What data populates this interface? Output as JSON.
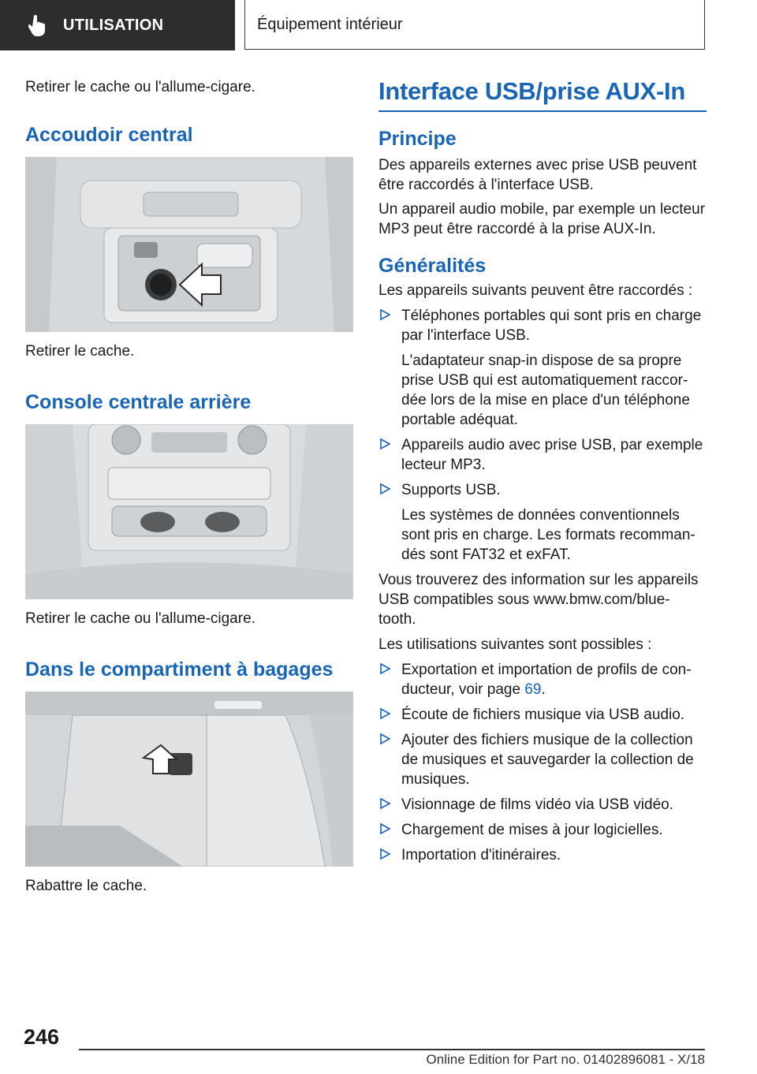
{
  "header": {
    "section_label": "UTILISATION",
    "chapter_title": "Équipement intérieur",
    "section_icon": "hand-pointer-icon"
  },
  "left": {
    "intro_text": "Retirer le cache ou l'allume-cigare.",
    "blocks": [
      {
        "title": "Accoudoir central",
        "caption": "Retirer le cache."
      },
      {
        "title": "Console centrale arrière",
        "caption": "Retirer le cache ou l'allume-cigare."
      },
      {
        "title": "Dans le compartiment à bagages",
        "caption": "Rabattre le cache."
      }
    ]
  },
  "right": {
    "main_title": "Interface USB/prise AUX-In",
    "principe": {
      "title": "Principe",
      "para1": "Des appareils externes avec prise USB peuvent être raccordés à l'interface USB.",
      "para2": "Un appareil audio mobile, par exemple un lecteur MP3 peut être raccordé à la prise AUX-In."
    },
    "generalites": {
      "title": "Généralités",
      "intro": "Les appareils suivants peuvent être raccordés :",
      "items": [
        {
          "text": "Téléphones portables qui sont pris en charge par l'interface USB.",
          "sub": "L'adaptateur snap-in dispose de sa propre prise USB qui est automatiquement raccor-dée lors de la mise en place d'un téléphone portable adéquat."
        },
        {
          "text": "Appareils audio avec prise USB, par exemple lecteur MP3."
        },
        {
          "text": "Supports USB.",
          "sub": "Les systèmes de données conventionnels sont pris en charge. Les formats recomman-dés sont FAT32 et exFAT."
        }
      ],
      "info_text": "Vous trouverez des information sur les appareils USB compatibles sous www.bmw.com/blue-tooth.",
      "uses_intro": "Les utilisations suivantes sont possibles :",
      "uses": [
        {
          "text": "Exportation et importation de profils de con-ducteur, voir page ",
          "link": "69",
          "suffix": "."
        },
        {
          "text": "Écoute de fichiers musique via USB audio."
        },
        {
          "text": "Ajouter des fichiers musique de la collection de musiques et sauvegarder la collection de musiques."
        },
        {
          "text": "Visionnage de films vidéo via USB vidéo."
        },
        {
          "text": "Chargement de mises à jour logicielles."
        },
        {
          "text": "Importation d'itinéraires."
        }
      ]
    }
  },
  "footer": {
    "page_number": "246",
    "edition_text": "Online Edition for Part no. 01402896081 - X/18"
  },
  "colors": {
    "accent": "#1a64b4",
    "header_bg": "#2d2d2d"
  }
}
